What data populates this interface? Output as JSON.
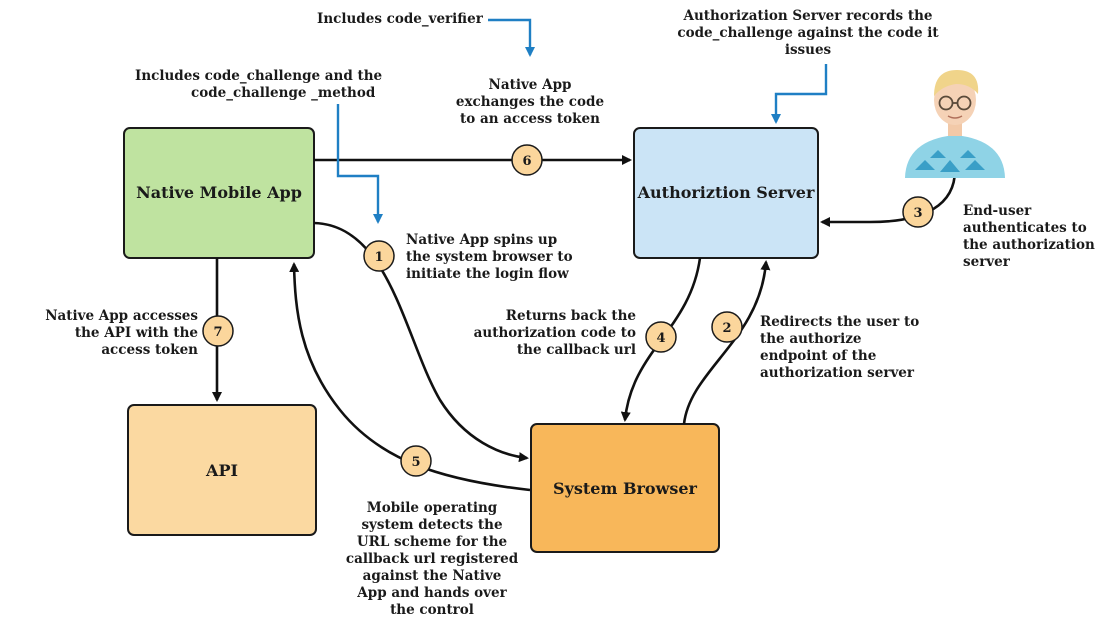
{
  "colors": {
    "app_fill": "#bfe3a0",
    "server_fill": "#cbe4f6",
    "api_fill": "#fbd9a1",
    "browser_fill": "#f8b75a",
    "step_fill": "#fbd69c",
    "pointer": "#1f7fc4",
    "line": "#111111"
  },
  "boxes": {
    "native_app": "Native Mobile App",
    "auth_server": "Authoriztion Server",
    "api": "API",
    "system_browser": "System Browser"
  },
  "steps": [
    "1",
    "2",
    "3",
    "4",
    "5",
    "6",
    "7"
  ],
  "notes": {
    "code_verifier": [
      "Includes code_verifier"
    ],
    "server_records": [
      "Authorization Server records the",
      "code_challenge against the code it",
      "issues"
    ],
    "code_challenge": [
      "Includes code_challenge and the",
      "code_challenge _method"
    ],
    "exchange": [
      "Native App",
      "exchanges the code",
      "to an access token"
    ],
    "spin_up": [
      "Native App spins up",
      "the system browser to",
      "initiate the login flow"
    ],
    "user_auth": [
      "End-user",
      "authenticates to",
      "the authorization",
      "server"
    ],
    "access_api": [
      "Native App accesses",
      "the API with the",
      "access token"
    ],
    "returns_code": [
      "Returns back the",
      "authorization code to",
      "the callback url"
    ],
    "redirects": [
      "Redirects the user to",
      "the authorize",
      "endpoint of the",
      "authorization server"
    ],
    "mobile_os": [
      "Mobile operating",
      "system detects the",
      "URL scheme for the",
      "callback url registered",
      "against the Native",
      "App and hands over",
      "the control"
    ]
  },
  "icons": {
    "end_user": "user-avatar-icon"
  }
}
